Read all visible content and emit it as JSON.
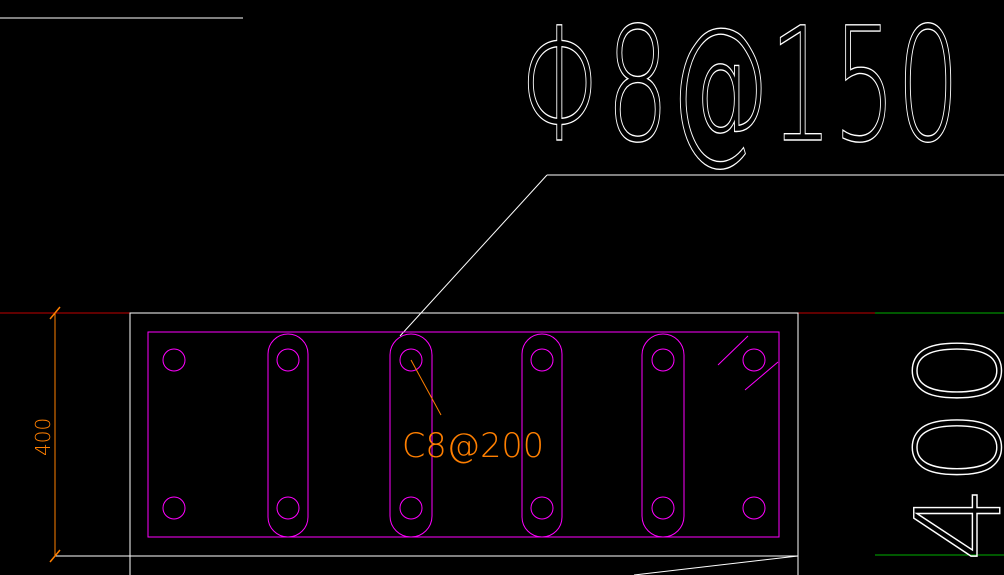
{
  "canvas": {
    "background": "#000000"
  },
  "colors": {
    "outline": "#ffffff",
    "rebar": "#ff00ff",
    "dimension": "#ff7f00",
    "axis_red": "#c00000",
    "axis_green": "#00b000",
    "annotation": "#ff7f00"
  },
  "labels": {
    "main_callout": "Φ8@150",
    "stirrup_callout": "C8@200",
    "section_dimension": "400",
    "right_dimension": "400"
  }
}
